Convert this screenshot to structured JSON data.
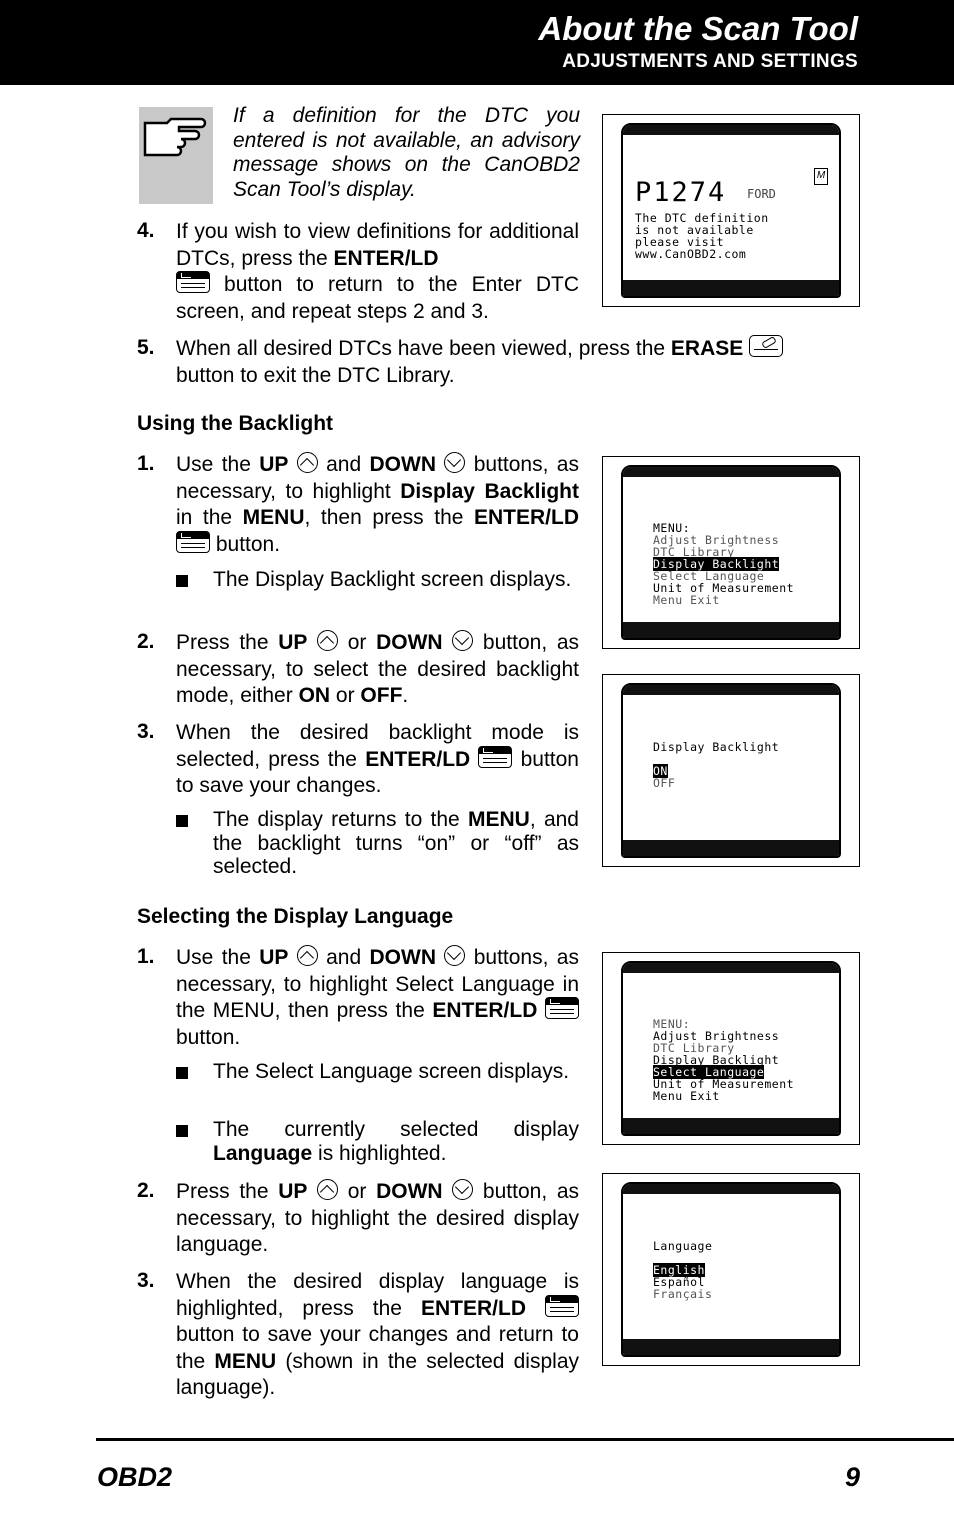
{
  "header": {
    "title": "About the Scan Tool",
    "subtitle": "ADJUSTMENTS AND SETTINGS"
  },
  "note": {
    "icon": "pointing-hand-icon",
    "text": "If a definition for the DTC you entered is not available, an advisory message shows on the CanOBD2 Scan Tool’s display."
  },
  "dtc_steps": [
    {
      "num": "4.",
      "t1": "If you wish to view definitions for additional DTCs, press the ",
      "b1": "ENTER/LD",
      "t2": " button to return to the Enter DTC screen, and repeat steps 2 and 3."
    },
    {
      "num": "5.",
      "t1": "When all desired DTCs have been viewed, press the ",
      "b1": "ERASE",
      "t2": " button to exit the DTC Library."
    }
  ],
  "backlight": {
    "heading": "Using the Backlight",
    "s1": {
      "num": "1.",
      "a": "Use the ",
      "up": "UP",
      "b": " and ",
      "down": "DOWN",
      "c": " buttons, as necessary, to highlight ",
      "d": "Display Backlight",
      "e": " in the ",
      "menu": "MENU",
      "f": ", then press the ",
      "enter": "ENTER/LD",
      "g": " button."
    },
    "b1": "The Display Backlight screen displays.",
    "s2": {
      "num": "2.",
      "a": "Press the ",
      "up": "UP",
      "b": " or ",
      "down": "DOWN",
      "c": " button, as necessary, to select the desired backlight mode, either ",
      "on": "ON",
      "d": " or ",
      "off": "OFF",
      "e": "."
    },
    "s3": {
      "num": "3.",
      "a": "When the desired backlight mode is selected, press the ",
      "enter": "ENTER/LD",
      "b": " button to save your changes."
    },
    "b2": {
      "a": "The display returns to the ",
      "menu": "MENU",
      "b": ", and the backlight turns “on” or “off” as selected."
    }
  },
  "language": {
    "heading": "Selecting the Display Language",
    "s1": {
      "num": "1.",
      "a": "Use the ",
      "up": "UP",
      "b": " and ",
      "down": "DOWN",
      "c": " buttons, as necessary, to highlight Select Language in the MENU, then press the ",
      "enter": "ENTER/LD",
      "d": " button."
    },
    "b1": "The Select Language screen displays.",
    "b2": {
      "a": "The currently selected display ",
      "lang": "Language",
      "b": " is highlighted."
    },
    "s2": {
      "num": "2.",
      "a": "Press the ",
      "up": "UP",
      "b": " or ",
      "down": "DOWN",
      "c": " button, as necessary, to highlight the desired display language."
    },
    "s3": {
      "num": "3.",
      "a": "When the desired display language is highlighted, press the ",
      "enter": "ENTER/LD",
      "b": " button to save your changes and return to the ",
      "menu": "MENU",
      "c": " (shown in the selected display language)."
    }
  },
  "screens": {
    "dtc": {
      "code": "P1274",
      "make": "FORD",
      "mode": "M",
      "lines": [
        "The DTC definition",
        "is not available",
        "please visit",
        "www.CanOBD2.com"
      ]
    },
    "menu1": {
      "lines": [
        "MENU:",
        "Adjust Brightness",
        "DTC Library",
        "Display Backlight",
        "Select Language",
        "Unit of Measurement",
        "Menu Exit"
      ]
    },
    "backlight": {
      "title": "Display Backlight",
      "opts": [
        "ON",
        "OFF"
      ]
    },
    "menu2": {
      "lines": [
        "MENU:",
        "Adjust Brightness",
        "DTC Library",
        "Display Backlight",
        "Select Language",
        "Unit of Measurement",
        "Menu Exit"
      ]
    },
    "lang": {
      "title": "Language",
      "opts": [
        "English",
        "Español",
        "Français"
      ]
    }
  },
  "footer": {
    "left": "OBD2",
    "right": "9"
  }
}
